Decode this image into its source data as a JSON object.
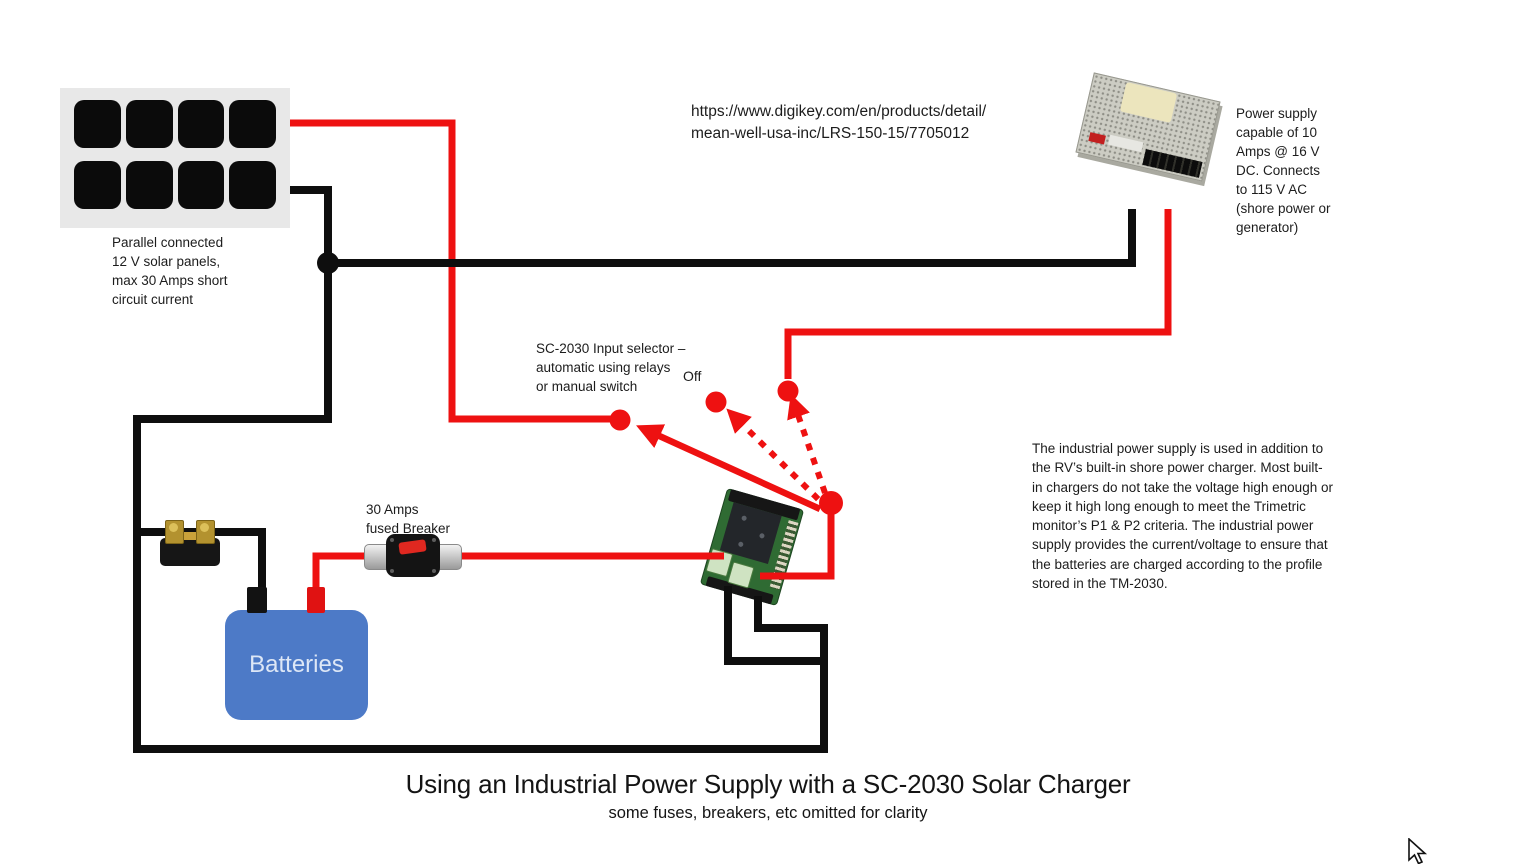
{
  "colors": {
    "wire_red": "#ee1111",
    "wire_black": "#0e0e0e",
    "battery_blue": "#4d7ac7",
    "panel_gray": "#e8e8e8"
  },
  "solar_panel": {
    "caption": [
      "Parallel connected",
      "12 V solar panels,",
      "max 30 Amps short",
      "circuit current"
    ]
  },
  "digikey_link": {
    "lines": [
      "https://www.digikey.com/en/products/detail/",
      "mean-well-usa-inc/LRS-150-15/7705012"
    ]
  },
  "power_supply": {
    "caption": [
      "Power supply",
      "capable of 10",
      "Amps @ 16 V",
      "DC.  Connects",
      "to 115 V AC",
      "(shore power or",
      "generator)"
    ]
  },
  "input_selector": {
    "label": [
      "SC-2030 Input selector –",
      "automatic using relays",
      "or manual switch"
    ],
    "off": "Off"
  },
  "fused_breaker": {
    "label": [
      "30 Amps",
      "fused Breaker"
    ]
  },
  "batteries": {
    "label": "Batteries"
  },
  "note": {
    "lines": [
      "The industrial power supply is used in addition to",
      "the RV’s built-in shore power charger.  Most built-",
      "in chargers do not take the voltage high enough or",
      "keep it high long enough to meet the Trimetric",
      "monitor’s P1 & P2 criteria.  The industrial power",
      "supply provides the current/voltage to ensure that",
      "the batteries are charged according to the profile",
      "stored in the TM-2030."
    ]
  },
  "footer": {
    "title": "Using an Industrial Power Supply with a SC-2030 Solar Charger",
    "subtitle": "some fuses, breakers, etc omitted for clarity"
  }
}
